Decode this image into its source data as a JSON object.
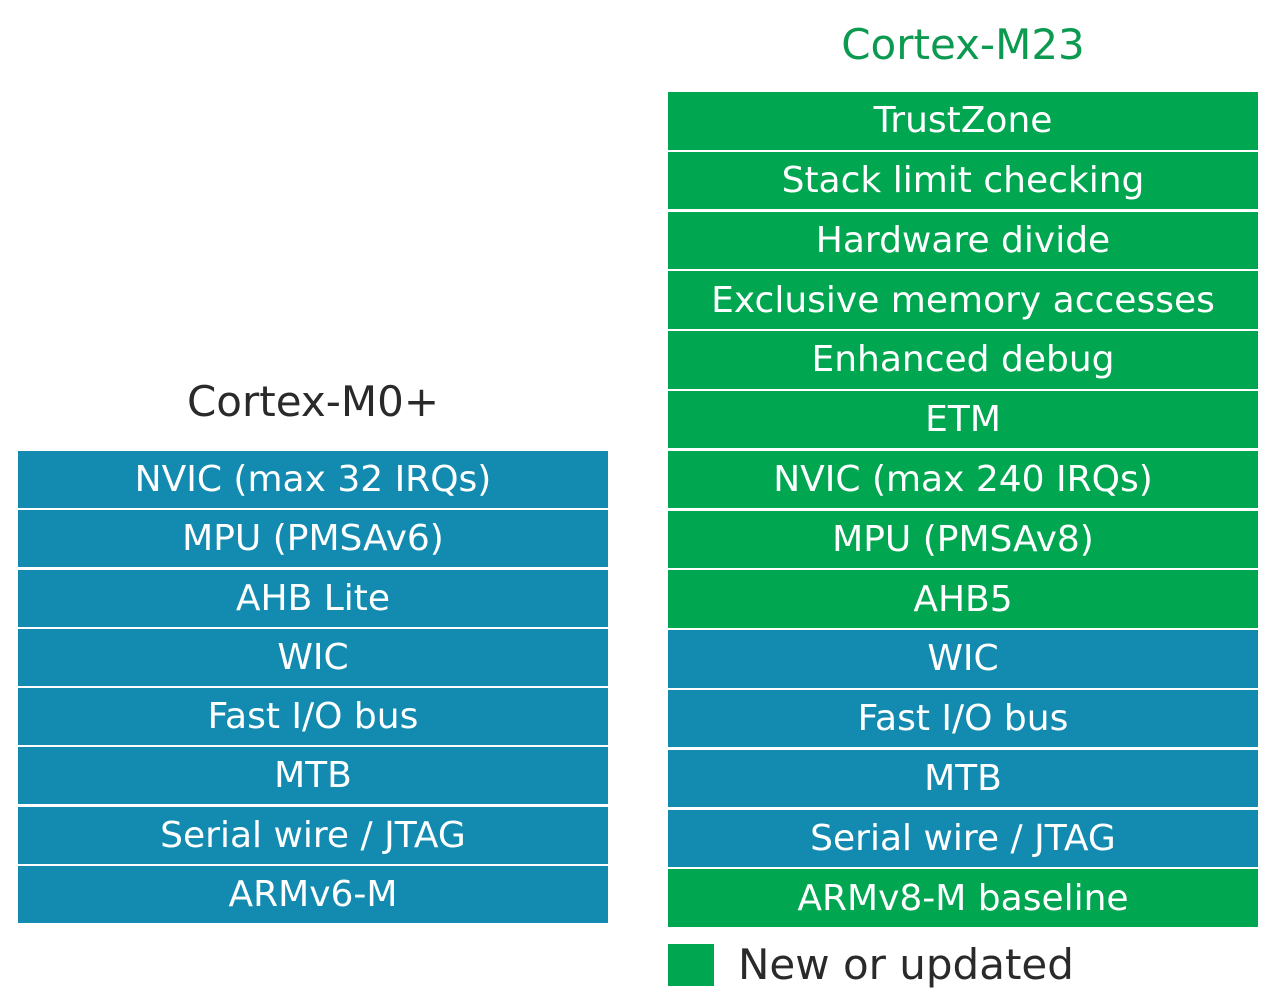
{
  "colors": {
    "existing": "#138bb0",
    "new_or_updated": "#00a650",
    "m23_title": "#0b9a4f"
  },
  "m0": {
    "title": "Cortex-M0+",
    "blocks": [
      {
        "label": "NVIC (max 32 IRQs)",
        "status": "existing"
      },
      {
        "label": "MPU (PMSAv6)",
        "status": "existing"
      },
      {
        "label": "AHB Lite",
        "status": "existing"
      },
      {
        "label": "WIC",
        "status": "existing"
      },
      {
        "label": "Fast I/O bus",
        "status": "existing"
      },
      {
        "label": "MTB",
        "status": "existing"
      },
      {
        "label": "Serial wire / JTAG",
        "status": "existing"
      },
      {
        "label": "ARMv6-M",
        "status": "existing"
      }
    ]
  },
  "m23": {
    "title": "Cortex-M23",
    "blocks": [
      {
        "label": "TrustZone",
        "status": "new_or_updated"
      },
      {
        "label": "Stack limit checking",
        "status": "new_or_updated"
      },
      {
        "label": "Hardware divide",
        "status": "new_or_updated"
      },
      {
        "label": "Exclusive memory accesses",
        "status": "new_or_updated"
      },
      {
        "label": "Enhanced debug",
        "status": "new_or_updated"
      },
      {
        "label": "ETM",
        "status": "new_or_updated"
      },
      {
        "label": "NVIC (max 240 IRQs)",
        "status": "new_or_updated"
      },
      {
        "label": "MPU (PMSAv8)",
        "status": "new_or_updated"
      },
      {
        "label": "AHB5",
        "status": "new_or_updated"
      },
      {
        "label": "WIC",
        "status": "existing"
      },
      {
        "label": "Fast I/O bus",
        "status": "existing"
      },
      {
        "label": "MTB",
        "status": "existing"
      },
      {
        "label": "Serial wire / JTAG",
        "status": "existing"
      },
      {
        "label": "ARMv8-M baseline",
        "status": "new_or_updated"
      }
    ]
  },
  "legend": {
    "label": "New or updated"
  }
}
